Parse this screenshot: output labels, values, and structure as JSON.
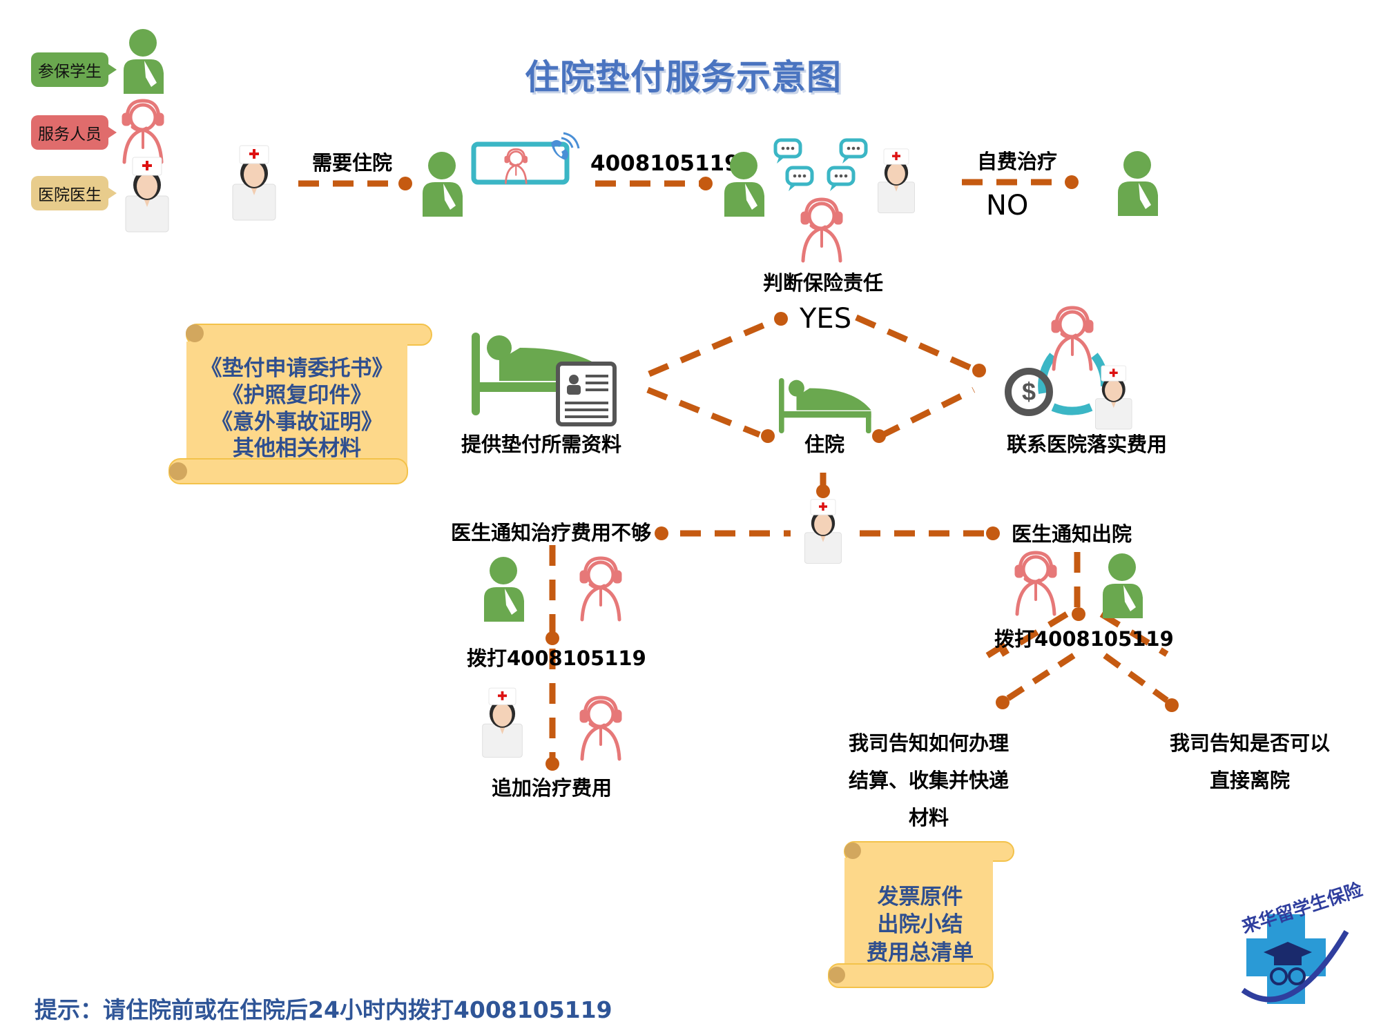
{
  "title": "住院垫付服务示意图",
  "legend": [
    {
      "label": "参保学生",
      "icon": "student-icon",
      "color": "#6aa84f"
    },
    {
      "label": "服务人员",
      "icon": "service-staff-icon",
      "color": "#e06c6c"
    },
    {
      "label": "医院医生",
      "icon": "doctor-icon",
      "color": "#e8cc8c"
    }
  ],
  "flow": {
    "need_hospitalization": "需要住院",
    "hotline": "4008105119",
    "self_pay": "自费治疗",
    "no": "NO",
    "judge_liability": "判断保险责任",
    "yes": "YES",
    "provide_materials": "提供垫付所需资料",
    "hospitalize": "住院",
    "contact_hospital": "联系医院落实费用",
    "insufficient_funds": "医生通知治疗费用不够",
    "call_left": "拨打4008105119",
    "add_funds": "追加治疗费用",
    "discharge_notice": "医生通知出院",
    "call_right": "拨打4008105119",
    "settle_line1": "我司告知如何办理",
    "settle_line2": "结算、收集并快递",
    "settle_line3": "材料",
    "direct_line1": "我司告知是否可以",
    "direct_line2": "直接离院"
  },
  "scroll_materials": [
    "《垫付申请委托书》",
    "《护照复印件》",
    "《意外事故证明》",
    "其他相关材料"
  ],
  "scroll_discharge": [
    "发票原件",
    "出院小结",
    "费用总清单"
  ],
  "logo_text": "来华留学生保险",
  "footer": "提示：请住院前或在住院后24小时内拨打4008105119",
  "colors": {
    "connector": "#c55a11",
    "student": "#6aa84f",
    "staff": "#e06c6c",
    "accent": "#3bb6c5",
    "title": "#4a74c0",
    "scroll": "#fdd88a"
  }
}
